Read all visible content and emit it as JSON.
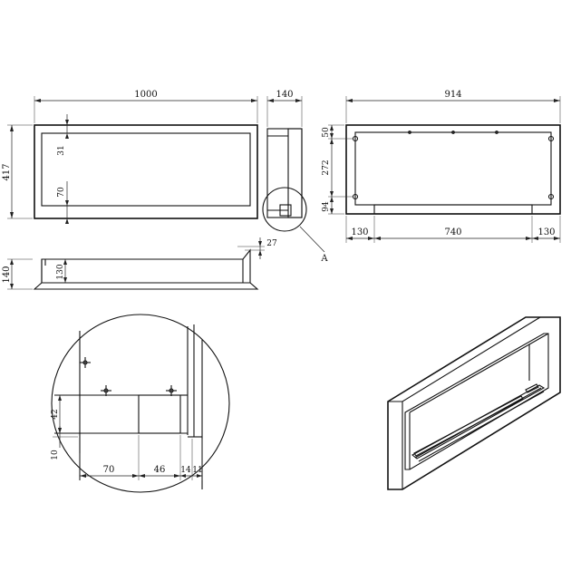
{
  "front_view": {
    "width": "1000",
    "height": "417",
    "top_gap": "31",
    "bottom_gap": "70"
  },
  "side_view": {
    "depth": "140"
  },
  "top_view": {
    "depth": "140",
    "inner_depth": "130",
    "lip": "27"
  },
  "back_view": {
    "width": "914",
    "top_offset": "50",
    "mid_offset": "272",
    "bottom_offset": "94",
    "left_margin": "130",
    "center_span": "740",
    "right_margin": "130"
  },
  "detail": {
    "callout": "A",
    "height": "42",
    "base": "10",
    "width_a": "70",
    "width_b": "46",
    "width_c": "14",
    "width_d": "11"
  }
}
